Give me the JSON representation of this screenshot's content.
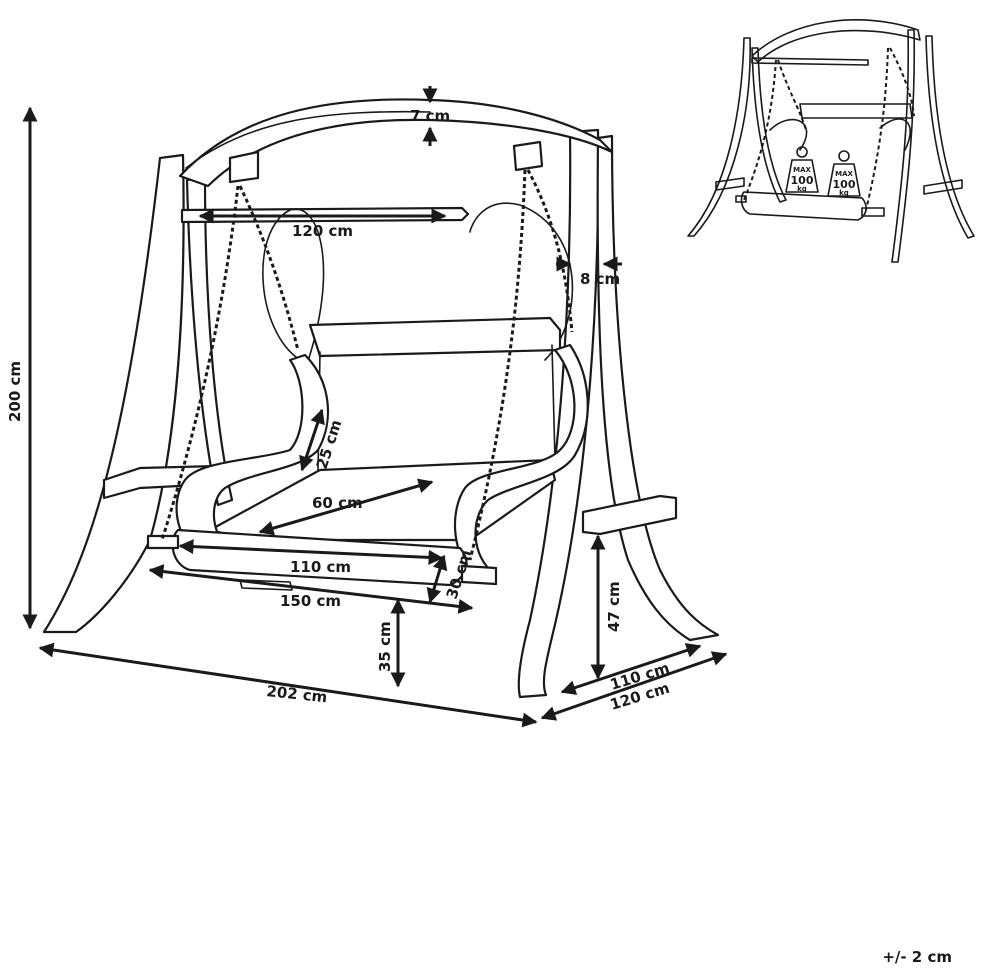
{
  "dimensions": {
    "beam_thickness": "7 cm",
    "top_bar_width": "120 cm",
    "leg_thickness": "8 cm",
    "total_height": "200 cm",
    "backrest_height": "25 cm",
    "seat_depth": "60 cm",
    "seat_width": "110 cm",
    "armrest_height": "30 cm",
    "seat_base_width": "150 cm",
    "seat_ground_clearance": "35 cm",
    "crossbar_height": "47 cm",
    "total_width": "202 cm",
    "frame_depth_inner": "110 cm",
    "frame_depth_outer": "120 cm"
  },
  "thumbnail": {
    "weight_1": {
      "line1": "MAX",
      "line2": "100",
      "line3": "kg"
    },
    "weight_2": {
      "line1": "MAX",
      "line2": "100",
      "line3": "kg"
    }
  },
  "tolerance": "+/- 2 cm"
}
